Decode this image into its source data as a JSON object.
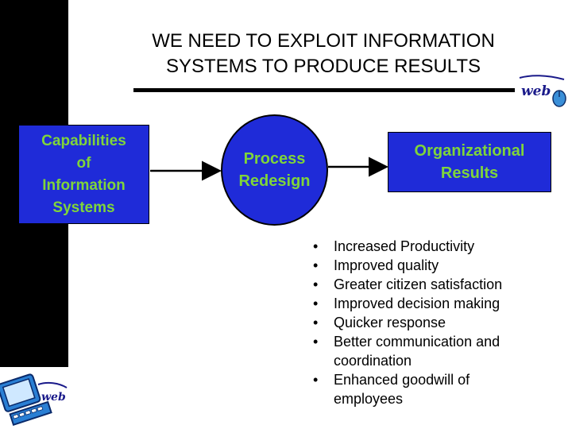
{
  "title": {
    "line1": "WE NEED TO EXPLOIT INFORMATION",
    "line2": "SYSTEMS TO PRODUCE RESULTS"
  },
  "boxes": {
    "capabilities": [
      "Capabilities",
      "of",
      "Information",
      "Systems"
    ],
    "process": [
      "Process",
      "Redesign"
    ],
    "organizational": [
      "Organizational",
      "Results"
    ]
  },
  "results": [
    [
      "Increased Productivity"
    ],
    [
      "Improved quality"
    ],
    [
      "Greater citizen satisfaction"
    ],
    [
      "Improved decision making"
    ],
    [
      "Quicker response"
    ],
    [
      "Better communication and",
      "coordination"
    ],
    [
      "Enhanced goodwill of",
      "employees"
    ]
  ],
  "bullet_glyph": "•",
  "logo_text": "web",
  "colors": {
    "box_fill": "#1f2bd8",
    "box_text": "#7fd53a",
    "left_bar": "#000000",
    "arrow": "#000000"
  },
  "icons": [
    "web-logo-icon",
    "computer-clipart-icon",
    "arrow-right-icon"
  ]
}
